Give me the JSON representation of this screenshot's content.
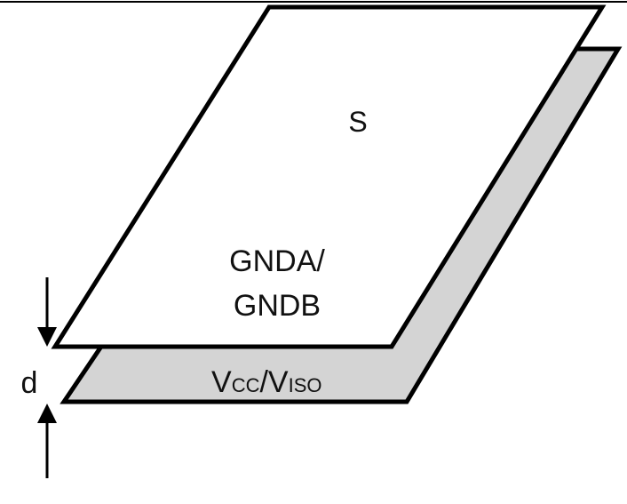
{
  "labels": {
    "area": "S",
    "ground_line1": "GNDA/",
    "ground_line2": "GNDB",
    "gap": "d",
    "supply_v1": "V",
    "supply_sub1": "CC",
    "supply_slash": "/V",
    "supply_sub2": "ISO"
  },
  "colors": {
    "top_plane_fill": "#ffffff",
    "bottom_plane_fill": "#d4d4d4",
    "stroke": "#000000"
  }
}
